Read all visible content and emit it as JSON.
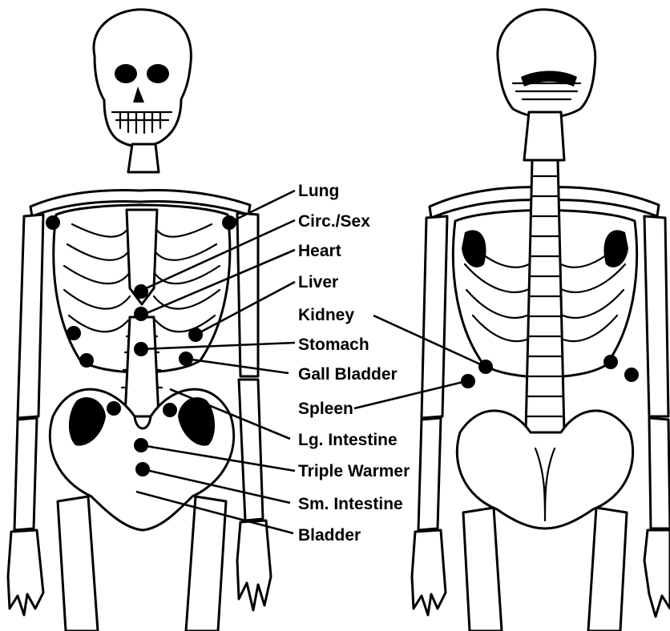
{
  "labels": {
    "lung": "Lung",
    "circ_sex": "Circ./Sex",
    "heart": "Heart",
    "liver": "Liver",
    "kidney": "Kidney",
    "stomach": "Stomach",
    "gall_bladder": "Gall Bladder",
    "spleen": "Spleen",
    "lg_intestine": "Lg. Intestine",
    "triple_warmer": "Triple Warmer",
    "sm_intestine": "Sm. Intestine",
    "bladder": "Bladder"
  },
  "colors": {
    "ink": "#000000",
    "paper": "#ffffff"
  }
}
